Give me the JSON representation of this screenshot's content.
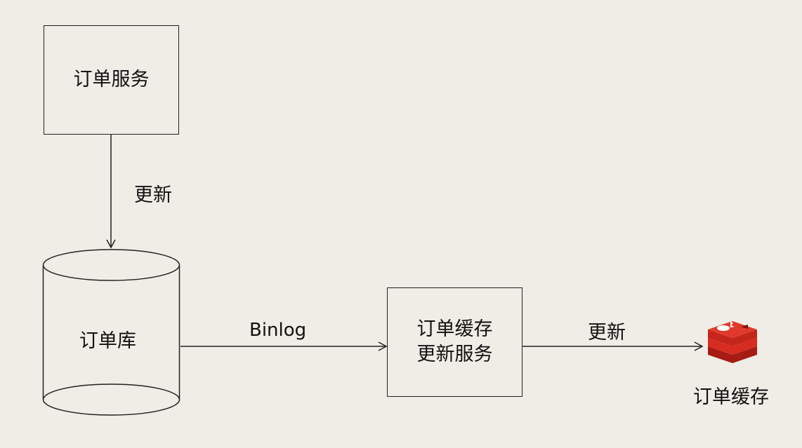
{
  "nodes": {
    "order_service": "订单服务",
    "order_db": "订单库",
    "cache_update_service_line1": "订单缓存",
    "cache_update_service_line2": "更新服务",
    "order_cache": "订单缓存"
  },
  "edges": {
    "service_to_db": "更新",
    "db_to_cache_service": "Binlog",
    "cache_service_to_cache": "更新"
  },
  "colors": {
    "background": "#f0ece6",
    "redis": "#d82c20"
  }
}
